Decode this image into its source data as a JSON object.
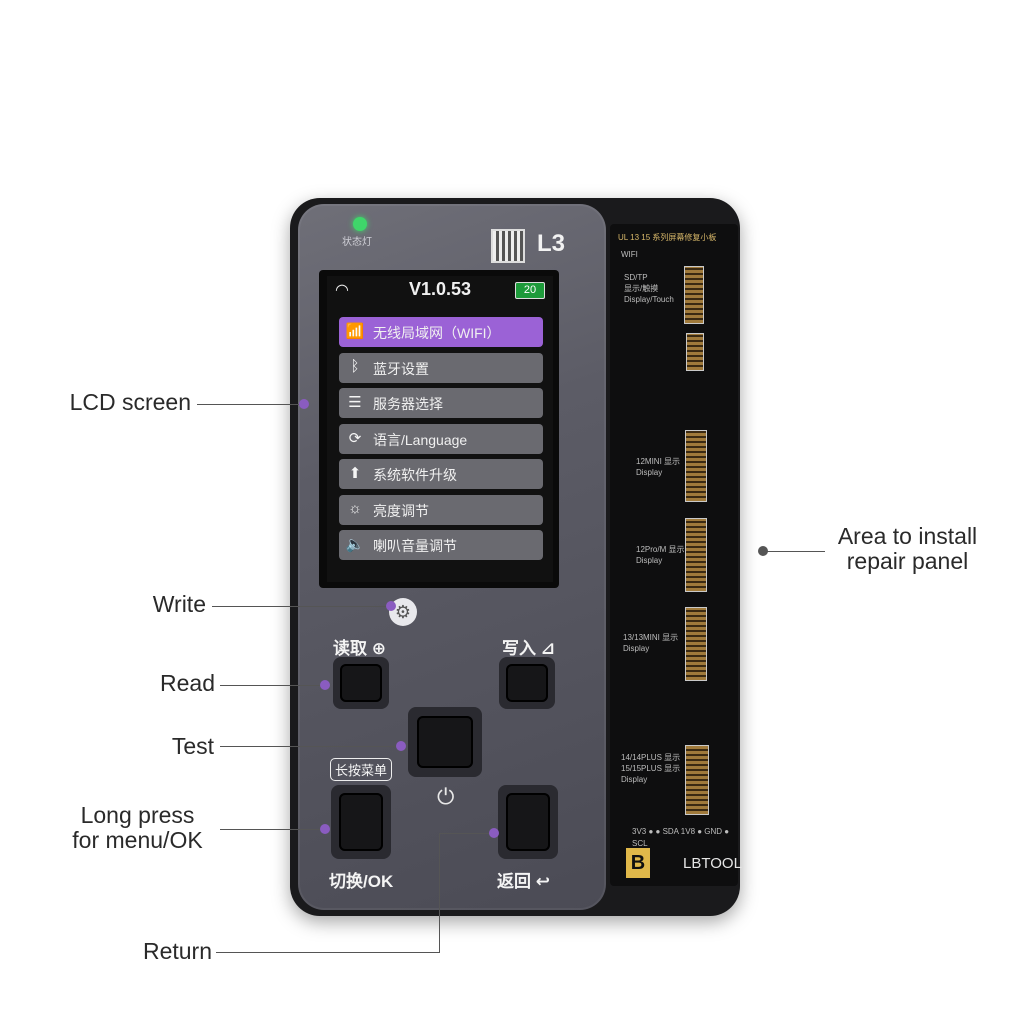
{
  "device": {
    "model": "L3",
    "led_label": "状态灯",
    "screen": {
      "version": "V1.0.53",
      "battery": "20",
      "menu": [
        {
          "icon": "wifi-icon",
          "glyph": "📶",
          "label": "无线局域网（WIFI）",
          "active": true
        },
        {
          "icon": "bluetooth-icon",
          "glyph": "ᛒ",
          "label": "蓝牙设置",
          "active": false
        },
        {
          "icon": "server-icon",
          "glyph": "☰",
          "label": "服务器选择",
          "active": false
        },
        {
          "icon": "language-icon",
          "glyph": "⟳",
          "label": "语言/Language",
          "active": false
        },
        {
          "icon": "upgrade-icon",
          "glyph": "⬆",
          "label": "系统软件升级",
          "active": false
        },
        {
          "icon": "brightness-icon",
          "glyph": "☼",
          "label": "亮度调节",
          "active": false
        },
        {
          "icon": "speaker-icon",
          "glyph": "🔈",
          "label": "喇叭音量调节",
          "active": false
        }
      ]
    },
    "buttons": {
      "read_label": "读取 ⊕",
      "write_label": "写入 ⊿",
      "menu_badge": "长按菜单",
      "switch_ok_label": "切换/OK",
      "return_label": "返回 ↩"
    },
    "pcb": {
      "brand": "LBTOOL",
      "logo_letter": "B",
      "header_text": "UL 13 15 系列屏幕修复小板",
      "wifi_text": "WIFI",
      "slot1": "SD/TP\n显示/触摸\nDisplay/Touch",
      "slot2": "12MINI 显示\nDisplay",
      "slot3": "12Pro/M 显示\nDisplay",
      "slot4": "13/13MINI 显示\nDisplay",
      "slot5": "14/14PLUS 显示\n15/15PLUS 显示\nDisplay",
      "pins": "3V3  ●  ●  SDA   1V8  ● GND ●  SCL"
    }
  },
  "callouts": {
    "lcd": "LCD screen",
    "write": "Write",
    "read": "Read",
    "test": "Test",
    "long_press": "Long press\nfor menu/OK",
    "return": "Return",
    "area": "Area to install\nrepair panel"
  },
  "colors": {
    "accent": "#9b62d6",
    "led": "#3fd66a",
    "battery": "#1d9a3a"
  }
}
